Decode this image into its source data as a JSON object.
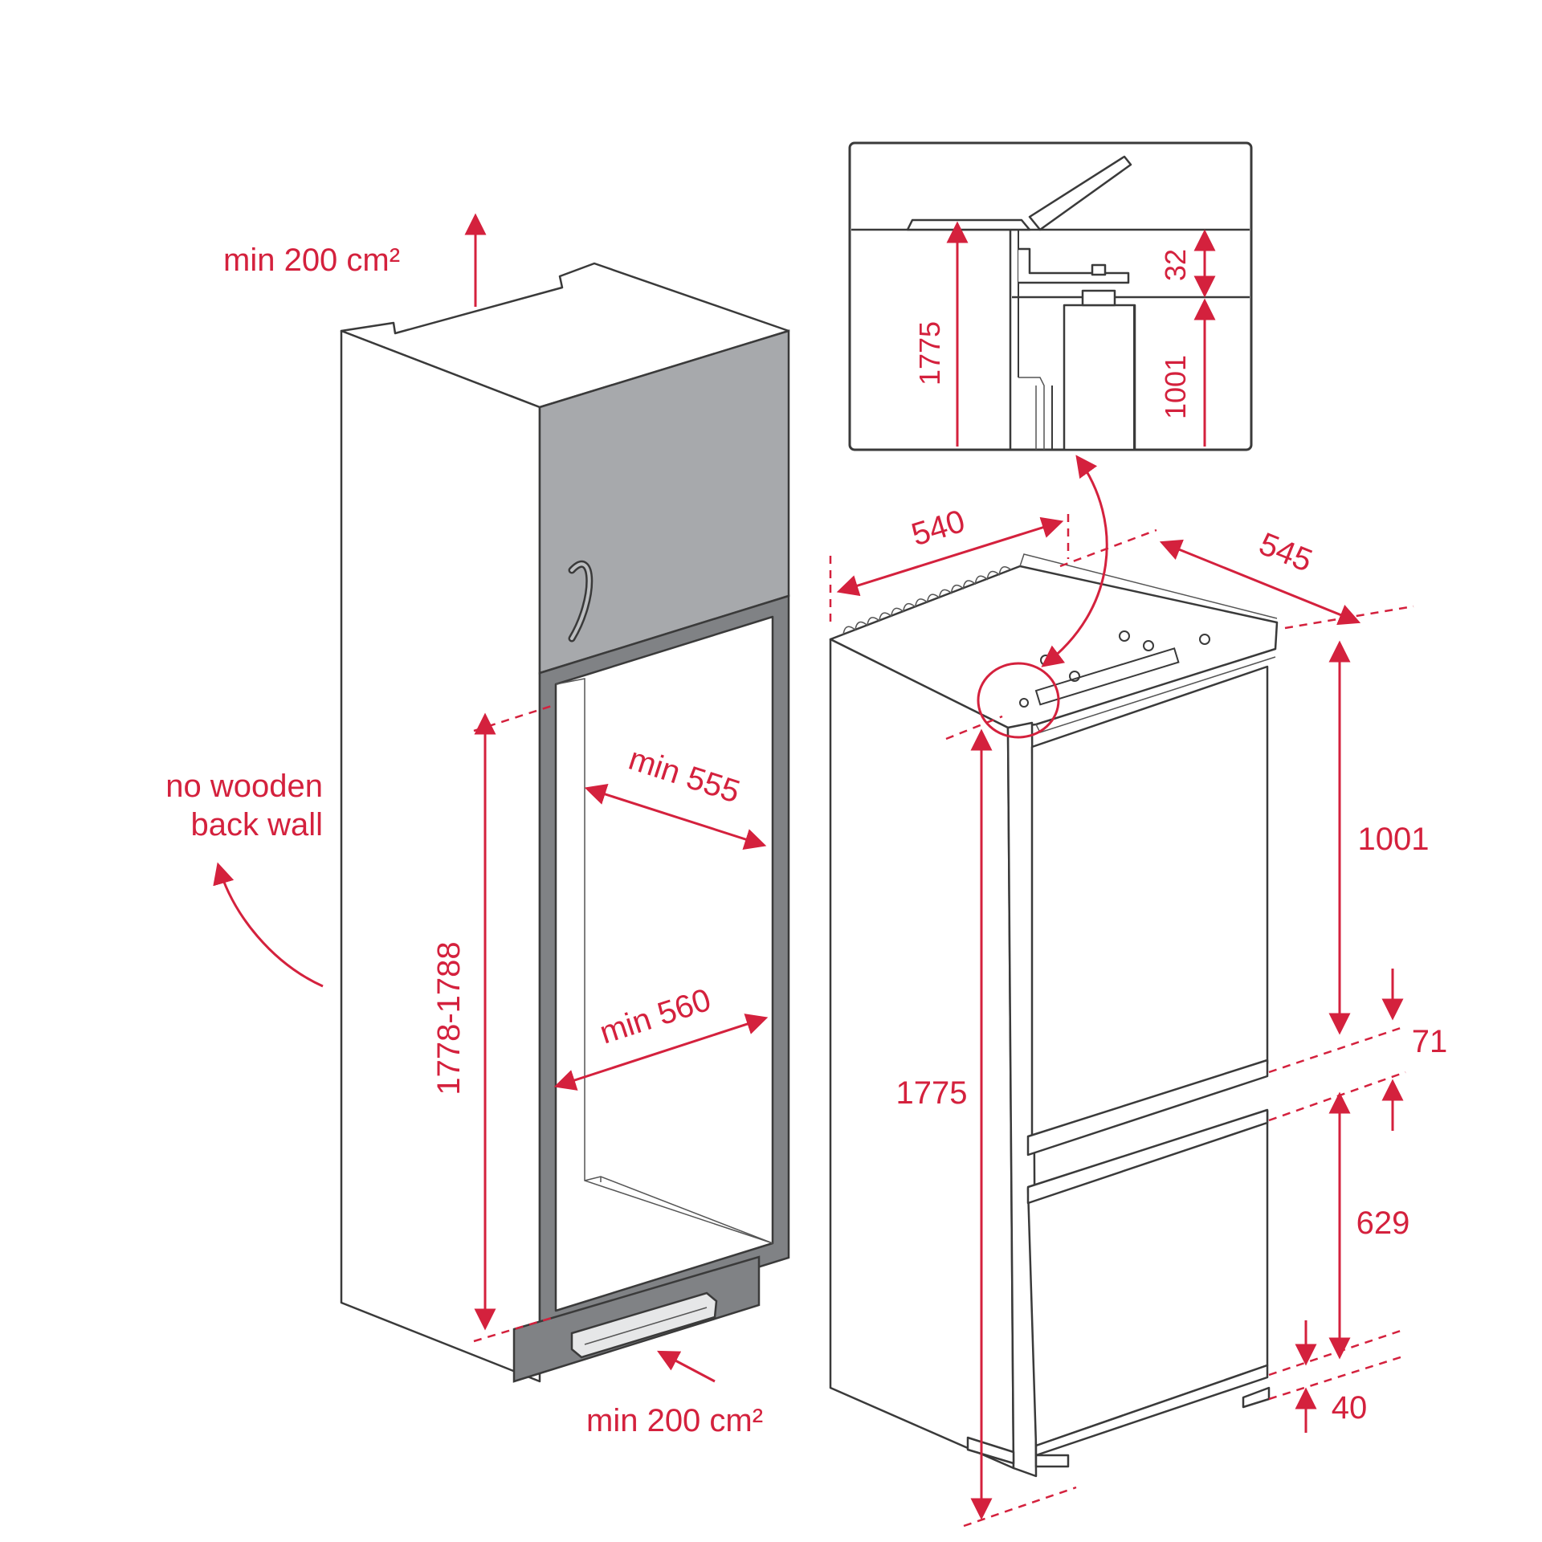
{
  "colors": {
    "dimension": "#d4213d",
    "outline": "#3a3a3a",
    "panel": "#a7a9ac",
    "trim": "#808285"
  },
  "cabinet": {
    "vent_top_label": "min 200 cm²",
    "vent_bottom_label": "min 200 cm²",
    "back_wall_note_line1": "no wooden",
    "back_wall_note_line2": "back wall",
    "niche_height_label": "1778-1788",
    "niche_depth_label": "min 555",
    "niche_width_label": "min 560"
  },
  "appliance": {
    "width_label": "540",
    "depth_label": "545",
    "height_label": "1775",
    "upper_door_label": "1001",
    "gap_label": "71",
    "lower_door_label": "629",
    "plinth_label": "40"
  },
  "detail": {
    "height_label": "1775",
    "top_gap_label": "32",
    "door_label": "1001"
  }
}
